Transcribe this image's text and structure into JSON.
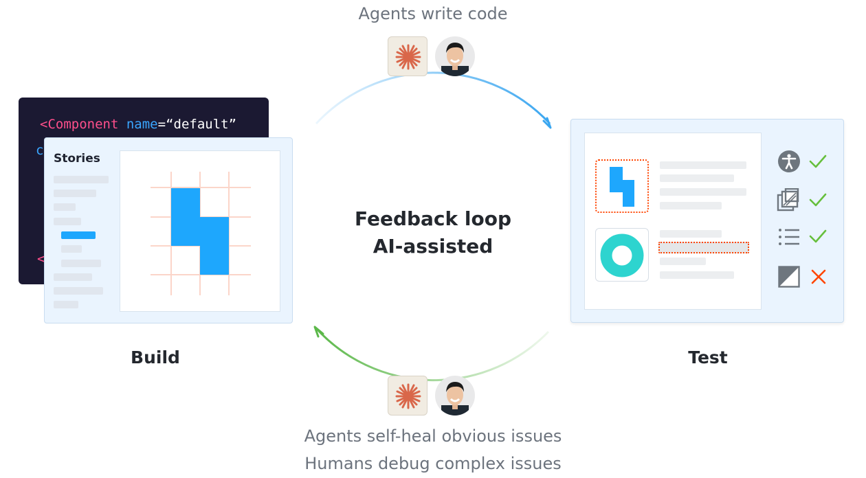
{
  "captions": {
    "top": "Agents write code",
    "bottom_line1": "Agents self-heal obvious issues",
    "bottom_line2": "Humans debug complex issues"
  },
  "center": {
    "line1": "Feedback loop",
    "line2": "AI-assisted"
  },
  "build": {
    "label": "Build",
    "code": {
      "open_bracket": "<",
      "component": "Component",
      "attr": "name",
      "equals": "=",
      "value": "“default”",
      "frag_c": "c",
      "frag_lt": "<"
    },
    "stories_title": "Stories"
  },
  "test": {
    "label": "Test",
    "checks": [
      {
        "icon": "accessibility-icon",
        "status": "pass"
      },
      {
        "icon": "visual-diff-icon",
        "status": "pass"
      },
      {
        "icon": "list-icon",
        "status": "pass"
      },
      {
        "icon": "contrast-icon",
        "status": "fail"
      }
    ]
  },
  "colors": {
    "arrow_top": "#3aa6f0",
    "arrow_bottom": "#5cb84a",
    "accent_blue": "#1ea7fd",
    "accent_teal": "#2dd4cf",
    "pass": "#66bf3c",
    "fail": "#ff4400",
    "highlight_orange": "#ff4400"
  }
}
